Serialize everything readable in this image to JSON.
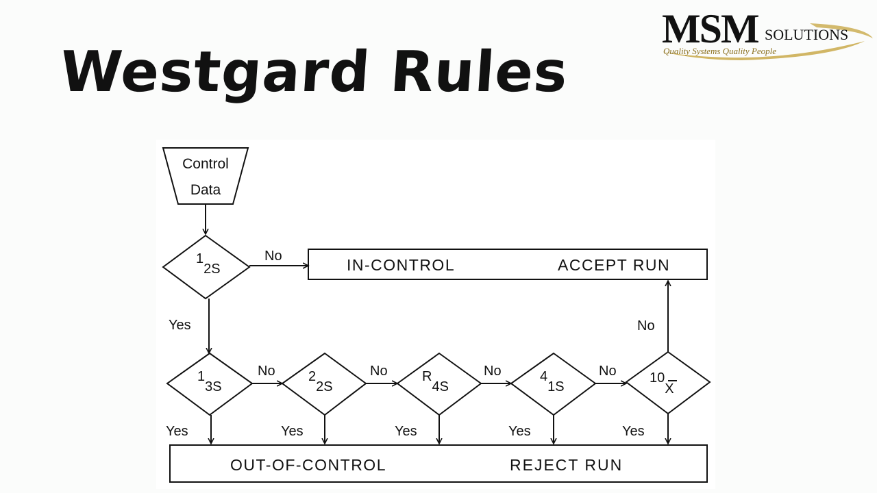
{
  "slide": {
    "title": "Westgard Rules"
  },
  "logo": {
    "letters": "MSM",
    "word": "SOLUTIONS",
    "tagline": "Quality Systems Quality People",
    "colors": {
      "ink": "#111111",
      "gold": "#b8962e",
      "swoosh": "#c9a94a"
    }
  },
  "flowchart": {
    "start": {
      "line1": "Control",
      "line2": "Data"
    },
    "rules": [
      {
        "base": "1",
        "sub": "2S"
      },
      {
        "base": "1",
        "sub": "3S"
      },
      {
        "base": "2",
        "sub": "2S"
      },
      {
        "base": "R",
        "sub": "4S"
      },
      {
        "base": "4",
        "sub": "1S"
      },
      {
        "base": "10",
        "sub": "X"
      }
    ],
    "accept": {
      "left": "IN-CONTROL",
      "right": "ACCEPT RUN"
    },
    "reject": {
      "left": "OUT-OF-CONTROL",
      "right": "REJECT RUN"
    },
    "labels": {
      "yes": "Yes",
      "no": "No"
    }
  }
}
